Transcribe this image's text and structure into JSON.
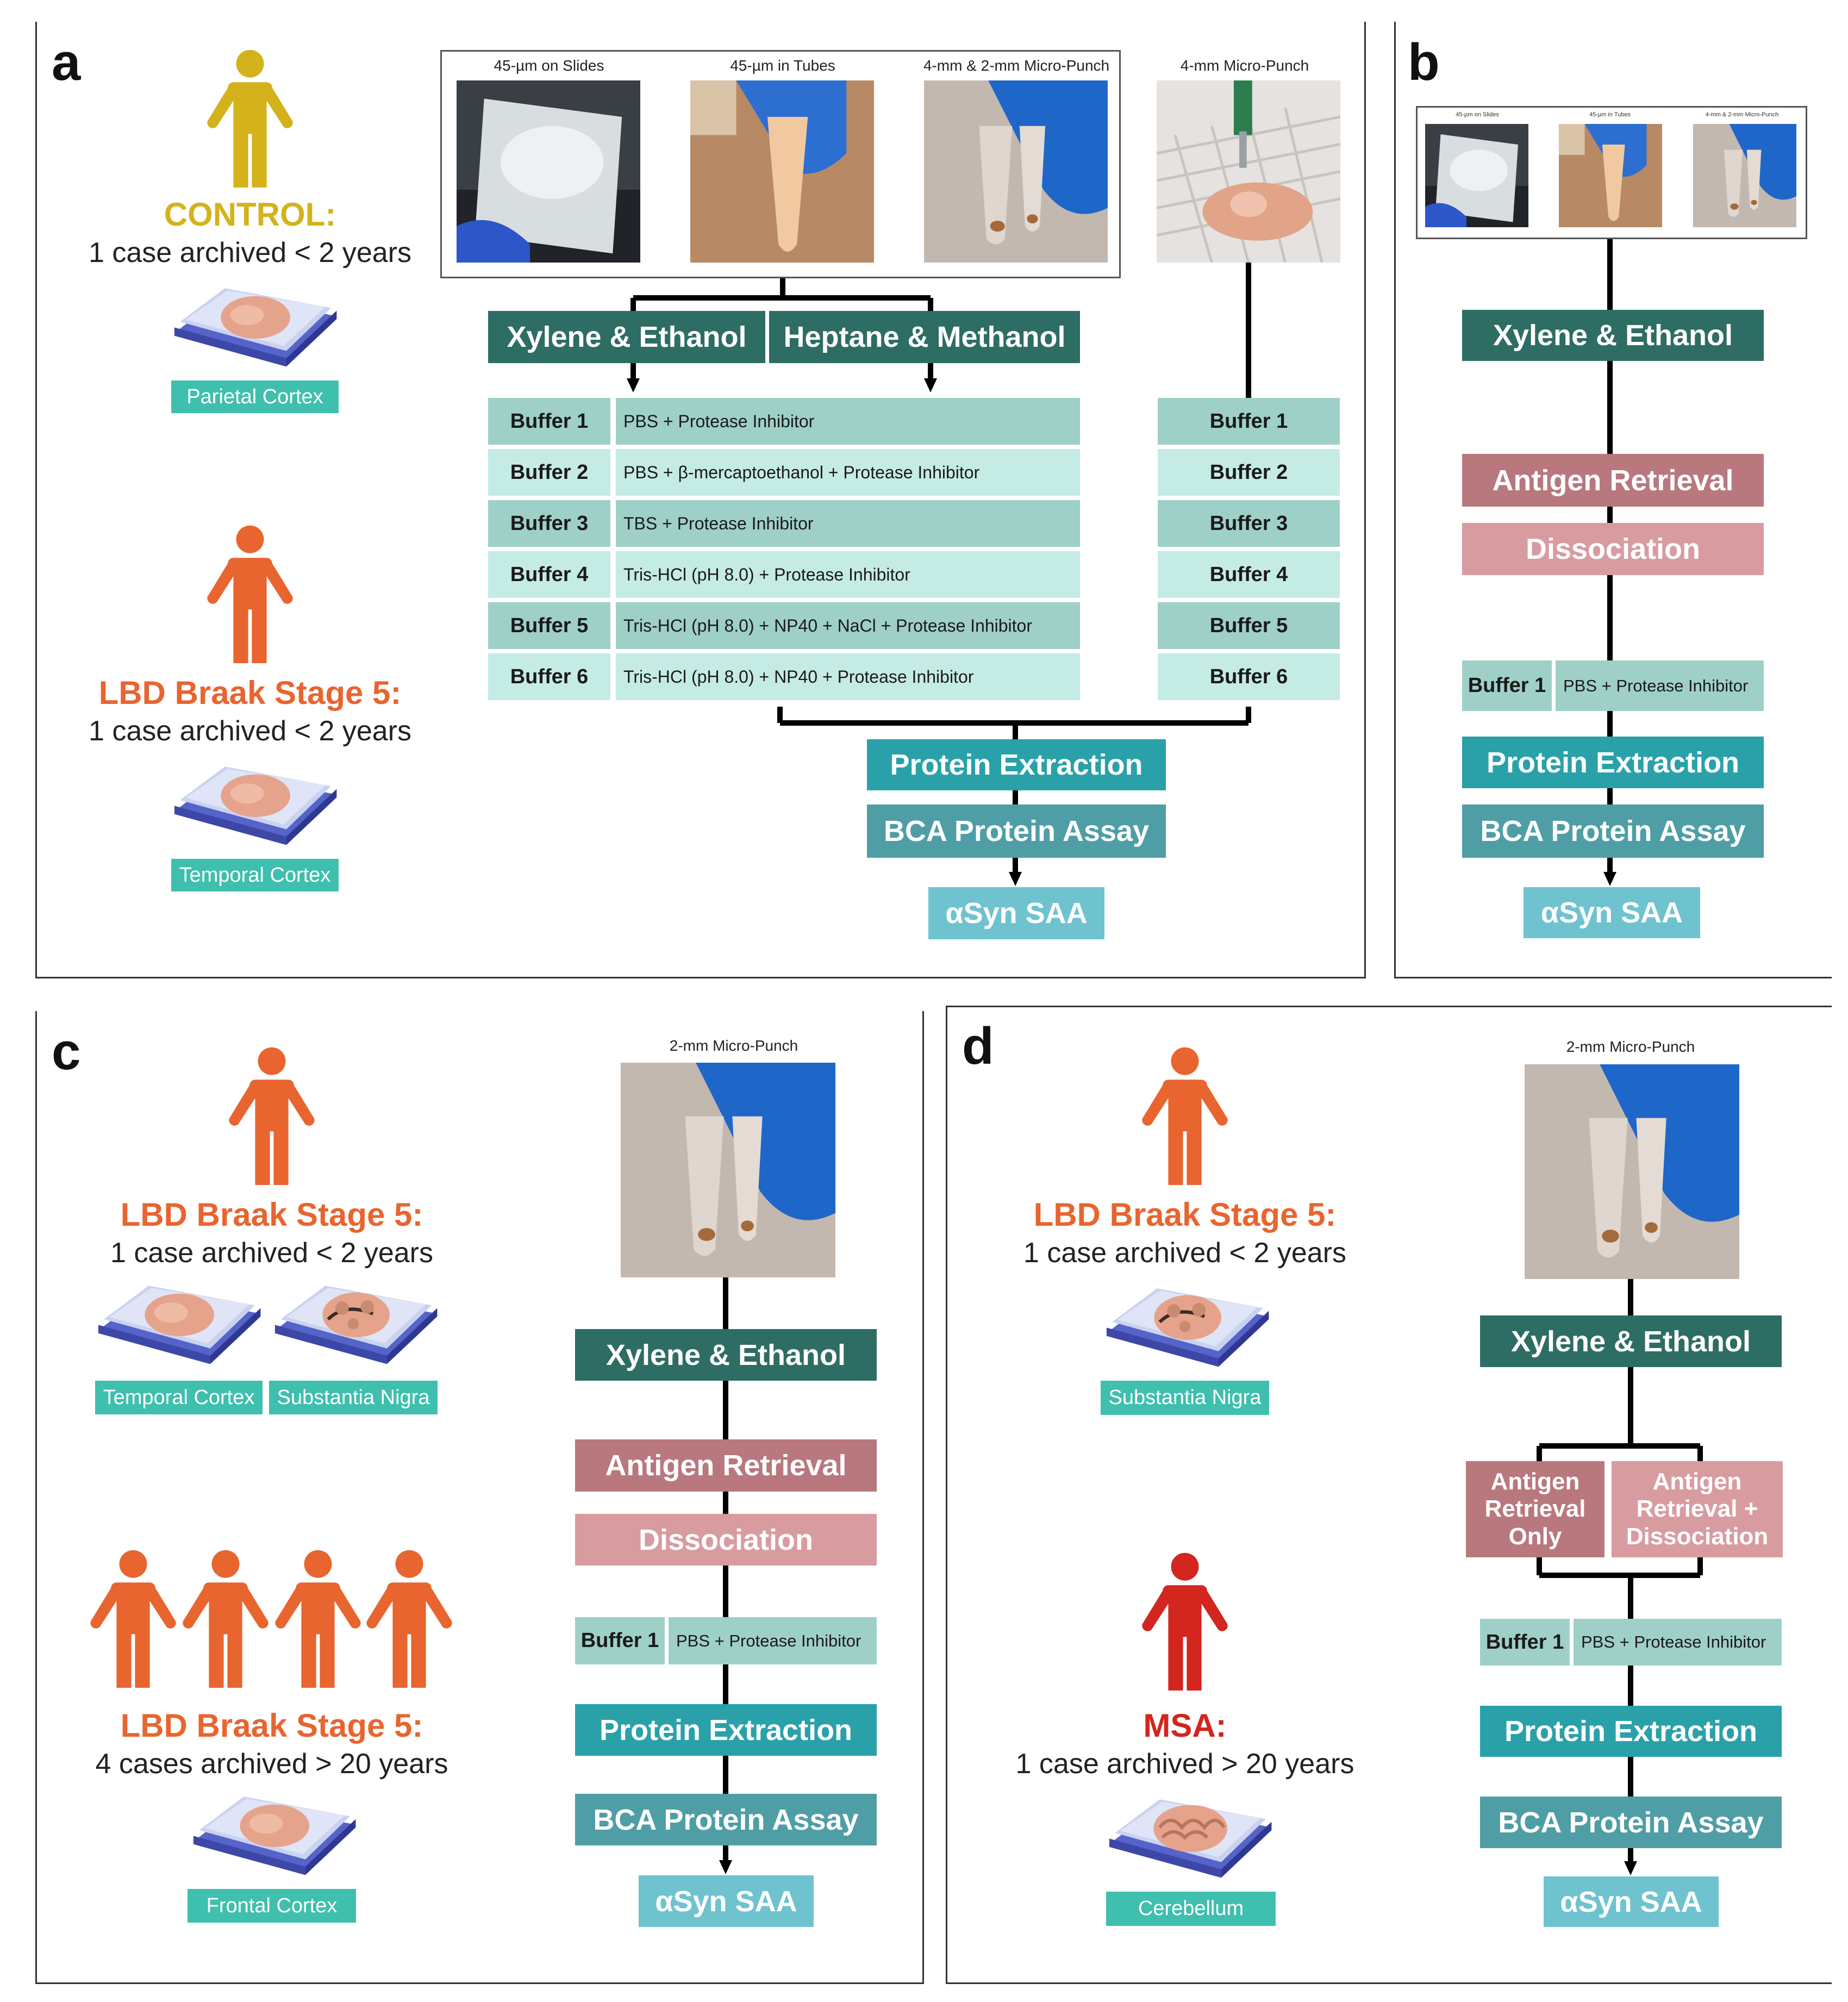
{
  "colors": {
    "control": "#d4b21c",
    "lbd": "#e8652f",
    "msa": "#d2261e",
    "dark_box": "#2e6d63",
    "teal_box": "#2aa1a9",
    "buffer": "#9ed0c8",
    "antigen": "#b8787e",
    "dissociation": "#d89ca0"
  },
  "panels": {
    "a": {
      "letter": "a",
      "control_title": "CONTROL:",
      "control_sub": "1 case archived < 2 years",
      "control_tag": "Parietal Cortex",
      "lbd_title": "LBD Braak Stage 5:",
      "lbd_sub": "1 case archived < 2 years",
      "lbd_tag": "Temporal Cortex",
      "photo_captions": [
        "45-µm on Slides",
        "45-µm in Tubes",
        "4-mm & 2-mm Micro-Punch",
        "4-mm Micro-Punch"
      ],
      "xylene": "Xylene & Ethanol",
      "heptane": "Heptane & Methanol",
      "buffers": [
        {
          "name": "Buffer 1",
          "desc": "PBS + Protease Inhibitor"
        },
        {
          "name": "Buffer 2",
          "desc": "PBS + β-mercaptoethanol + Protease Inhibitor"
        },
        {
          "name": "Buffer 3",
          "desc": "TBS + Protease Inhibitor"
        },
        {
          "name": "Buffer 4",
          "desc": "Tris-HCl (pH 8.0) + Protease Inhibitor"
        },
        {
          "name": "Buffer 5",
          "desc": "Tris-HCl (pH 8.0) + NP40 + NaCl + Protease Inhibitor"
        },
        {
          "name": "Buffer 6",
          "desc": "Tris-HCl (pH 8.0) + NP40 + Protease Inhibitor"
        }
      ],
      "protein": "Protein Extraction",
      "bca": "BCA Protein Assay",
      "saa": "αSyn SAA"
    },
    "b": {
      "letter": "b",
      "photo_captions": [
        "45-µm on Slides",
        "45-µm in Tubes",
        "4-mm & 2-mm Micro-Punch"
      ],
      "xylene": "Xylene & Ethanol",
      "antigen": "Antigen Retrieval",
      "dissociation": "Dissociation",
      "buffer_name": "Buffer 1",
      "buffer_desc": "PBS + Protease Inhibitor",
      "protein": "Protein Extraction",
      "bca": "BCA Protein Assay",
      "saa": "αSyn SAA"
    },
    "c": {
      "letter": "c",
      "photo_caption": "2-mm Micro-Punch",
      "lbd1_title": "LBD Braak Stage 5:",
      "lbd1_sub": "1 case archived < 2 years",
      "tag_temporal": "Temporal Cortex",
      "tag_nigra": "Substantia Nigra",
      "lbd4_title": "LBD Braak Stage 5:",
      "lbd4_sub": "4 cases archived > 20 years",
      "tag_frontal": "Frontal Cortex",
      "xylene": "Xylene & Ethanol",
      "antigen": "Antigen Retrieval",
      "dissociation": "Dissociation",
      "buffer_name": "Buffer 1",
      "buffer_desc": "PBS + Protease Inhibitor",
      "protein": "Protein Extraction",
      "bca": "BCA Protein Assay",
      "saa": "αSyn SAA"
    },
    "d": {
      "letter": "d",
      "photo_caption": "2-mm Micro-Punch",
      "lbd_title": "LBD Braak Stage 5:",
      "lbd_sub": "1 case archived < 2 years",
      "tag_nigra": "Substantia Nigra",
      "msa_title": "MSA:",
      "msa_sub": "1 case archived > 20 years",
      "tag_cerebellum": "Cerebellum",
      "xylene": "Xylene & Ethanol",
      "ar_only": "Antigen Retrieval Only",
      "ar_dis": "Antigen Retrieval + Dissociation",
      "buffer_name": "Buffer 1",
      "buffer_desc": "PBS + Protease Inhibitor",
      "protein": "Protein Extraction",
      "bca": "BCA Protein Assay",
      "saa": "αSyn SAA"
    }
  }
}
